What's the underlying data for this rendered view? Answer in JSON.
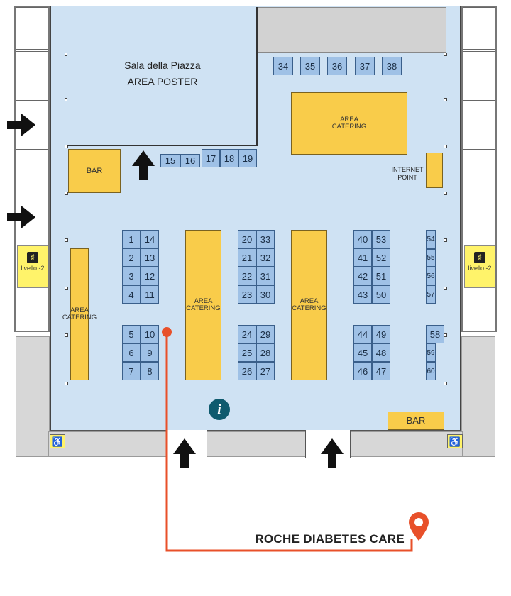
{
  "rooms": {
    "sala_title": "Sala della Piazza",
    "sala_subtitle": "AREA POSTER",
    "internet": "INTERNET POINT"
  },
  "bars": {
    "top": "BAR",
    "bottom": "BAR"
  },
  "catering": {
    "label1": "AREA CATERING",
    "label2": "AREA CATERING",
    "label3": "AREA CATERING",
    "label4": "AREA CATERING"
  },
  "lifts": {
    "left": "livello -2",
    "right": "livello -2"
  },
  "booths": [
    "1",
    "2",
    "3",
    "4",
    "5",
    "6",
    "7",
    "8",
    "9",
    "10",
    "11",
    "12",
    "13",
    "14",
    "15",
    "16",
    "17",
    "18",
    "19",
    "20",
    "21",
    "22",
    "23",
    "24",
    "25",
    "26",
    "27",
    "28",
    "29",
    "30",
    "31",
    "32",
    "33",
    "34",
    "35",
    "36",
    "37",
    "38",
    "40",
    "41",
    "42",
    "43",
    "44",
    "45",
    "46",
    "47",
    "48",
    "49",
    "50",
    "51",
    "52",
    "53",
    "54",
    "55",
    "56",
    "57",
    "58",
    "59",
    "60"
  ],
  "destination": "ROCHE DIABETES CARE",
  "colors": {
    "floor": "#cfe2f3",
    "booth": "#9fc1e6",
    "catering": "#f9cc4a",
    "route": "#e8502a",
    "info": "#0e5a6e"
  },
  "icons": [
    "entrance-arrow-icon",
    "info-icon",
    "wheelchair-icon",
    "restroom-icon",
    "location-pin-icon"
  ]
}
